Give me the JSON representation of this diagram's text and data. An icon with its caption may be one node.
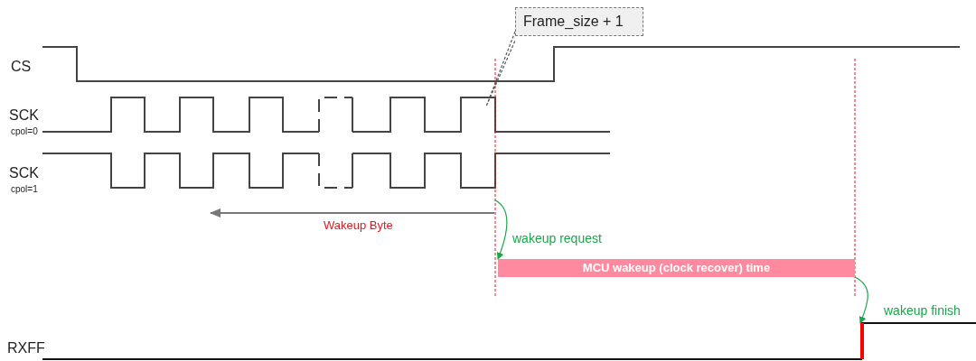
{
  "diagram": {
    "nodes": [
      {
        "text": [
          "Frame_size + 1"
        ]
      },
      {
        "text": [
          "MCU wakeup (clock recover) time"
        ]
      },
      {
        "text": [],
        "shape": "bar"
      }
    ],
    "edges": [
      {
        "from": 0,
        "to": null,
        "arrow": "none",
        "style": "dashed"
      },
      {
        "from": null,
        "to": 1,
        "arrow": "to",
        "label": "wakeup request",
        "color": "#1aa64b"
      },
      {
        "from": 1,
        "to": 2,
        "arrow": "to",
        "label": "wakeup finish",
        "color": "#1aa64b"
      }
    ],
    "labels": [
      "CS",
      "SCK",
      "cpol=0",
      "SCK",
      "cpol=1",
      "Wakeup Byte",
      "RXFF"
    ]
  }
}
